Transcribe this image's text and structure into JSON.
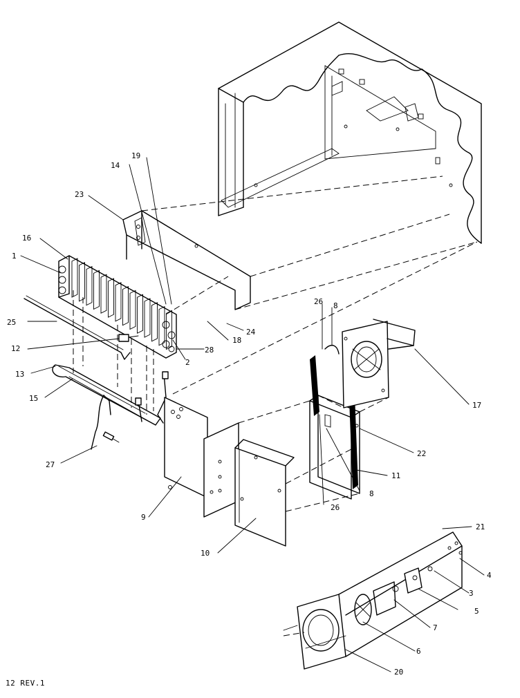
{
  "callouts": [
    {
      "id": "1",
      "label": "1"
    },
    {
      "id": "2",
      "label": "2"
    },
    {
      "id": "3",
      "label": "3"
    },
    {
      "id": "4",
      "label": "4"
    },
    {
      "id": "5",
      "label": "5"
    },
    {
      "id": "6",
      "label": "6"
    },
    {
      "id": "7",
      "label": "7"
    },
    {
      "id": "8a",
      "label": "8"
    },
    {
      "id": "8b",
      "label": "8"
    },
    {
      "id": "9",
      "label": "9"
    },
    {
      "id": "10",
      "label": "10"
    },
    {
      "id": "11",
      "label": "11"
    },
    {
      "id": "12",
      "label": "12"
    },
    {
      "id": "13",
      "label": "13"
    },
    {
      "id": "14",
      "label": "14"
    },
    {
      "id": "15",
      "label": "15"
    },
    {
      "id": "16",
      "label": "16"
    },
    {
      "id": "17",
      "label": "17"
    },
    {
      "id": "18",
      "label": "18"
    },
    {
      "id": "19",
      "label": "19"
    },
    {
      "id": "20",
      "label": "20"
    },
    {
      "id": "21",
      "label": "21"
    },
    {
      "id": "22",
      "label": "22"
    },
    {
      "id": "23",
      "label": "23"
    },
    {
      "id": "24",
      "label": "24"
    },
    {
      "id": "25",
      "label": "25"
    },
    {
      "id": "26a",
      "label": "26"
    },
    {
      "id": "26b",
      "label": "26"
    },
    {
      "id": "27",
      "label": "27"
    },
    {
      "id": "28",
      "label": "28"
    }
  ],
  "footer": "12 REV.1"
}
